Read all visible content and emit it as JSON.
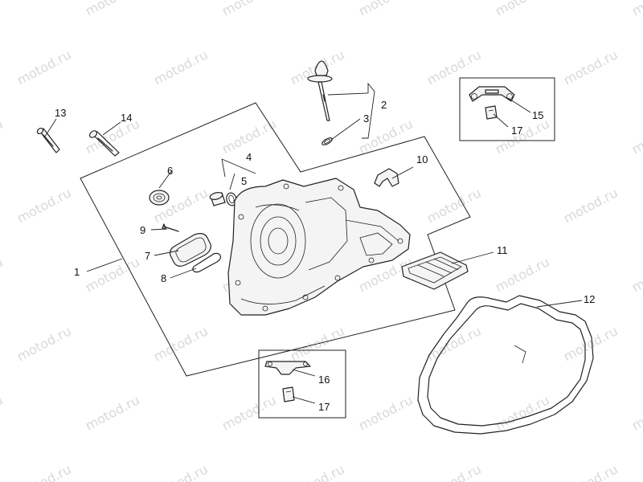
{
  "watermark": "motod.ru",
  "callouts": {
    "c1": "1",
    "c2": "2",
    "c3": "3",
    "c4": "4",
    "c5": "5",
    "c6": "6",
    "c7": "7",
    "c8": "8",
    "c9": "9",
    "c10": "10",
    "c11": "11",
    "c12": "12",
    "c13": "13",
    "c14": "14",
    "c15": "15",
    "c16": "16",
    "c17a": "17",
    "c17b": "17"
  },
  "colors": {
    "line": "#222222",
    "watermark": "#d9d9d9",
    "background": "#ffffff"
  }
}
